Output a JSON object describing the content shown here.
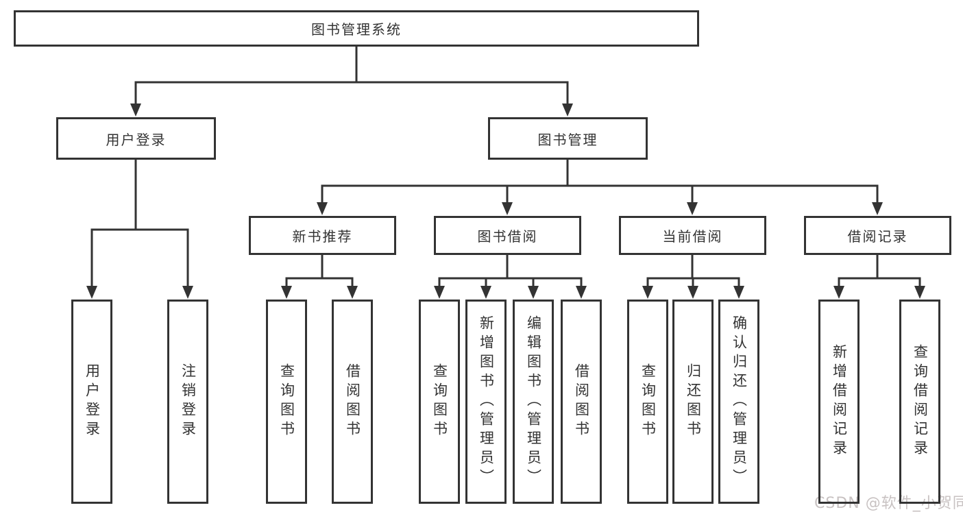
{
  "diagram_title": "图书管理系统",
  "tree": {
    "root": {
      "label": "图书管理系统",
      "children": [
        {
          "label": "用户登录",
          "children": [
            {
              "label": "用户登录"
            },
            {
              "label": "注销登录"
            }
          ]
        },
        {
          "label": "图书管理",
          "children": [
            {
              "label": "新书推荐",
              "children": [
                {
                  "label": "查询图书"
                },
                {
                  "label": "借阅图书"
                }
              ]
            },
            {
              "label": "图书借阅",
              "children": [
                {
                  "label": "查询图书"
                },
                {
                  "label": "新增图书（管理员）"
                },
                {
                  "label": "编辑图书（管理员）"
                },
                {
                  "label": "借阅图书"
                }
              ]
            },
            {
              "label": "当前借阅",
              "children": [
                {
                  "label": "查询图书"
                },
                {
                  "label": "归还图书"
                },
                {
                  "label": "确认归还（管理员）"
                }
              ]
            },
            {
              "label": "借阅记录",
              "children": [
                {
                  "label": "新增借阅记录"
                },
                {
                  "label": "查询借阅记录"
                }
              ]
            }
          ]
        }
      ]
    }
  },
  "watermark": {
    "text": "CSDN @软件_小贺同学",
    "color": "#c8c2c2"
  },
  "colors": {
    "line": "#333333",
    "box_border": "#333333",
    "box_background": "#ffffff",
    "text": "#333333",
    "page_background": "#ffffff"
  }
}
